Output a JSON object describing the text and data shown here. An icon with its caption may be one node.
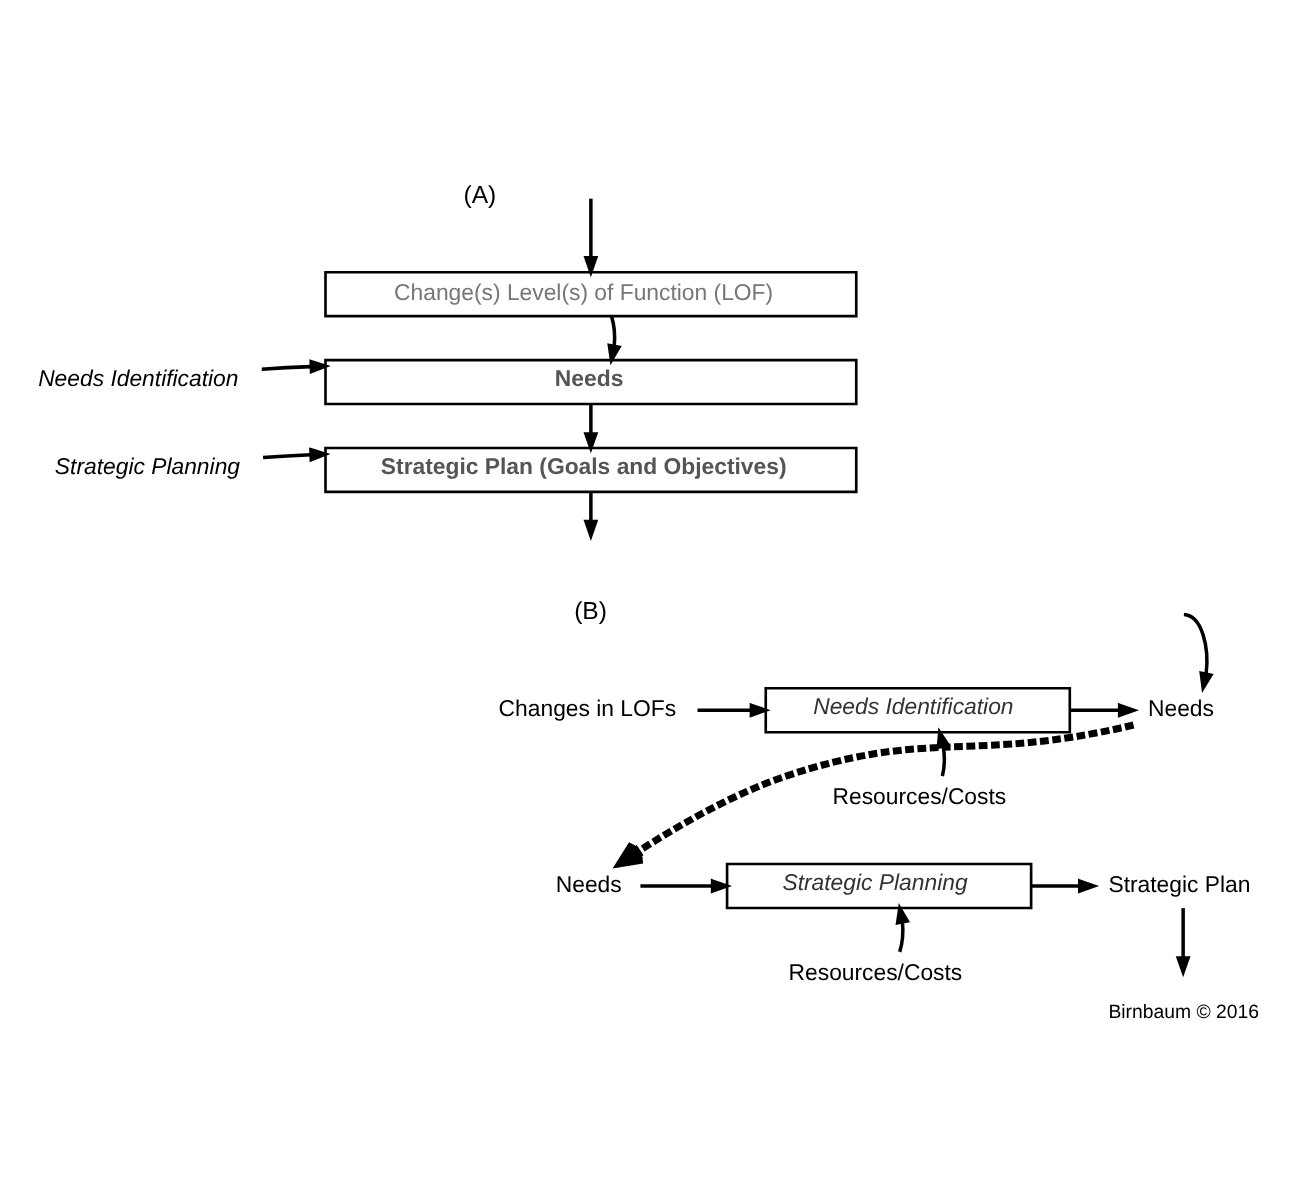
{
  "diagram": {
    "caption": "Birnbaum © 2016",
    "nodes": [
      {
        "text": [
          "Change(s) Level(s) of Function (LOF)"
        ]
      },
      {
        "text": [
          "Needs"
        ]
      },
      {
        "text": [
          "Strategic Plan (Goals and Objectives)"
        ]
      },
      {
        "text": [
          "Needs Identification"
        ]
      },
      {
        "text": [
          "Strategic Planning"
        ]
      },
      {
        "text": [
          "Changes in LOFs"
        ]
      },
      {
        "text": [
          "Needs Identification"
        ]
      },
      {
        "text": [
          "Needs"
        ]
      },
      {
        "text": [
          "Resources/Costs"
        ]
      },
      {
        "text": [
          "Needs"
        ]
      },
      {
        "text": [
          "Strategic Planning"
        ]
      },
      {
        "text": [
          "Strategic Plan"
        ]
      },
      {
        "text": [
          "Resources/Costs"
        ]
      }
    ],
    "edges": [
      {
        "from": null,
        "to": 0,
        "arrow": "to"
      },
      {
        "from": 0,
        "to": 1,
        "arrow": "to"
      },
      {
        "from": 3,
        "to": 1,
        "arrow": "to"
      },
      {
        "from": 1,
        "to": 2,
        "arrow": "to"
      },
      {
        "from": 4,
        "to": 2,
        "arrow": "to"
      },
      {
        "from": 2,
        "to": null,
        "arrow": "to"
      },
      {
        "from": 5,
        "to": 6,
        "arrow": "to"
      },
      {
        "from": 6,
        "to": 7,
        "arrow": "to"
      },
      {
        "from": null,
        "to": 7,
        "arrow": "to"
      },
      {
        "from": 8,
        "to": 6,
        "arrow": "to"
      },
      {
        "from": 7,
        "to": 9,
        "arrow": "to",
        "style": "dashed"
      },
      {
        "from": 9,
        "to": 10,
        "arrow": "to"
      },
      {
        "from": 10,
        "to": 11,
        "arrow": "to"
      },
      {
        "from": 12,
        "to": 10,
        "arrow": "to"
      },
      {
        "from": 11,
        "to": null,
        "arrow": "to"
      }
    ],
    "labels": [
      "(A)",
      "(B)"
    ]
  }
}
